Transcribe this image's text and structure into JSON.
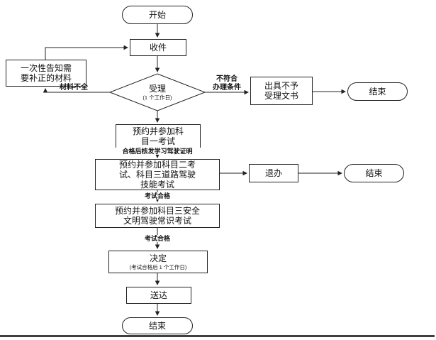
{
  "diagram": {
    "title_hint": "行政审批流程图",
    "nodes": {
      "start": {
        "label": "开始"
      },
      "receive": {
        "label": "收件"
      },
      "notify": {
        "label": "一次性告知需\n要补正的材料"
      },
      "accept": {
        "label": "受理",
        "sub": "(1 个工作日)"
      },
      "reject_doc": {
        "label": "出具不予\n受理文书"
      },
      "end_top": {
        "label": "结束"
      },
      "exam1": {
        "label": "预约并参加科\n目一考试"
      },
      "exam23": {
        "label": "预约并参加科目二考\n试、科目三道路驾驶\n技能考试"
      },
      "tuiban": {
        "label": "退办"
      },
      "end_mid": {
        "label": "结束"
      },
      "exam3_safe": {
        "label": "预约并参加科目三安全\n文明驾驶常识考试"
      },
      "decision": {
        "label": "决定",
        "sub": "(考试合格后 1 个工作日)"
      },
      "deliver": {
        "label": "送达"
      },
      "end_bottom": {
        "label": "结束"
      }
    },
    "edge_labels": {
      "materials_incomplete": "材料不全",
      "not_eligible": "不符合\n办理条件",
      "pass_issue_learning_permit": "合格后核发学习驾驶证明",
      "exam_pass_a": "考试合格",
      "exam_pass_b": "考试合格"
    },
    "colors": {
      "stroke": "#222222",
      "node_fill": "#ffffff",
      "text": "#111111"
    }
  }
}
